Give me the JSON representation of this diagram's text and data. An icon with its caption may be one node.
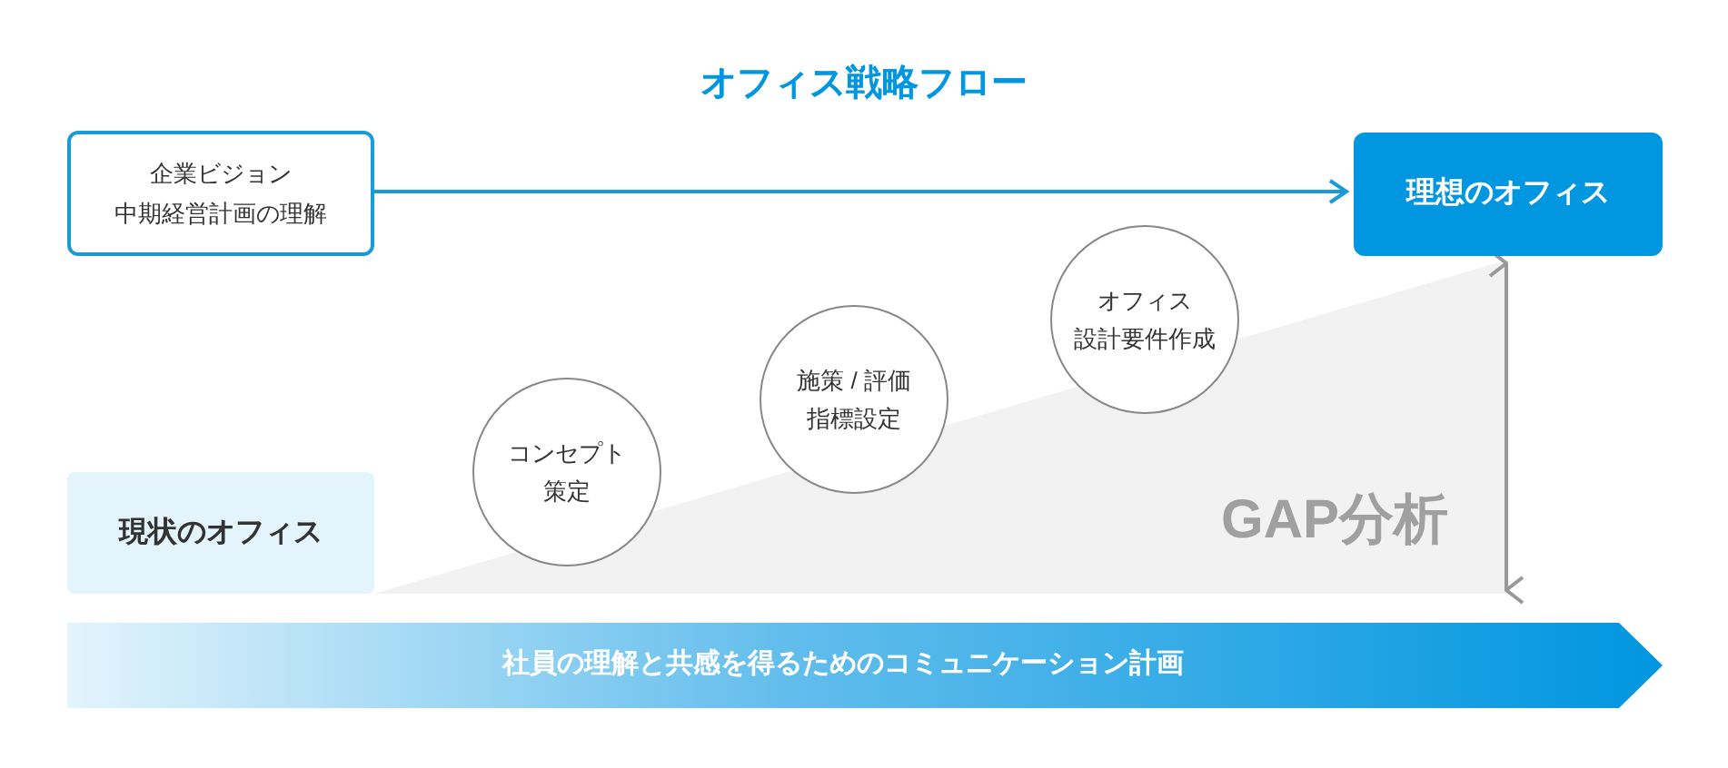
{
  "diagram": {
    "title": "オフィス戦略フロー",
    "nodes": [
      {
        "text": [
          "企業ビジョン",
          "中期経営計画の理解"
        ]
      },
      {
        "text": [
          "理想のオフィス"
        ]
      },
      {
        "text": [
          "コンセプト策定"
        ]
      },
      {
        "text": [
          "施策 / 評価指標設定"
        ]
      },
      {
        "text": [
          "オフィス",
          "設計要件作成"
        ]
      },
      {
        "text": [
          "現状のオフィス"
        ]
      },
      {
        "text": [
          "社員の理解と共感を得るためのコミュニケーション計画"
        ]
      }
    ],
    "edges": [
      {
        "from": 0,
        "to": 1,
        "arrow": "to"
      }
    ],
    "labels": [
      "GAP分析"
    ]
  }
}
